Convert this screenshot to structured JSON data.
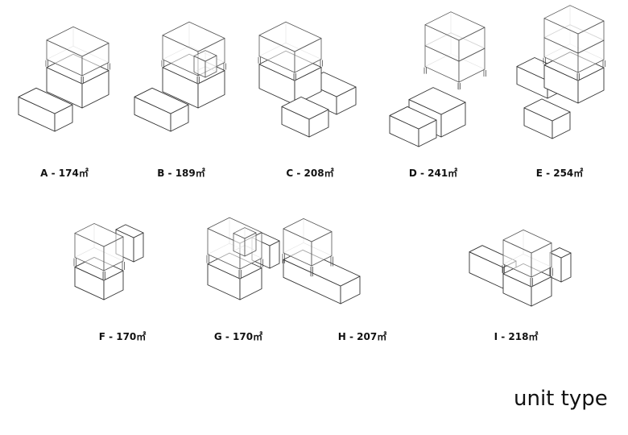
{
  "title": "unit type",
  "units": [
    {
      "id": "A",
      "label": "A - 174㎡"
    },
    {
      "id": "B",
      "label": "B - 189㎡"
    },
    {
      "id": "C",
      "label": "C - 208㎡"
    },
    {
      "id": "D",
      "label": "D - 241㎡"
    },
    {
      "id": "E",
      "label": "E - 254㎡"
    },
    {
      "id": "F",
      "label": "F - 170㎡"
    },
    {
      "id": "G",
      "label": "G - 170㎡"
    },
    {
      "id": "H",
      "label": "H - 207㎡"
    },
    {
      "id": "I",
      "label": "I - 218㎡"
    }
  ]
}
